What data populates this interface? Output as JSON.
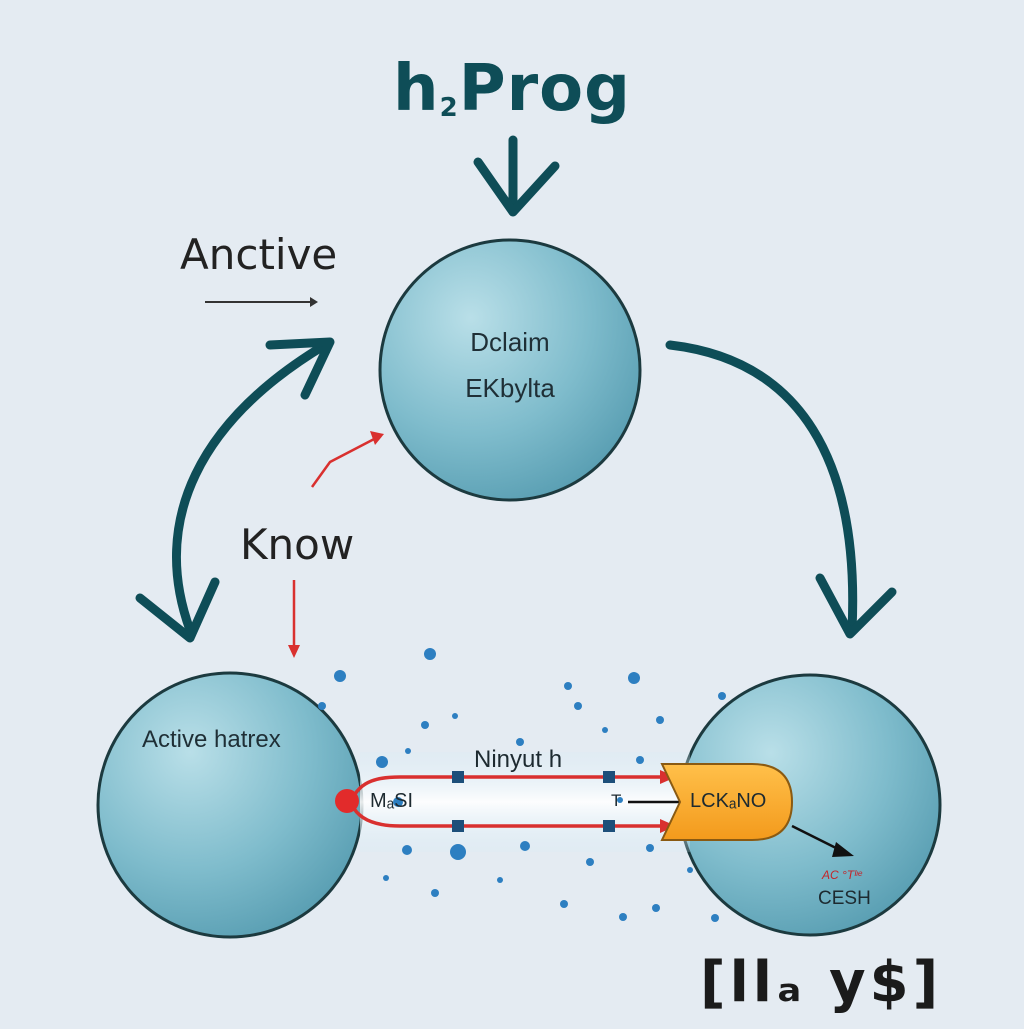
{
  "title": {
    "main": "h",
    "sub": "2",
    "rest": "Prog"
  },
  "labels": {
    "anctive": "Anctive",
    "know": "Know",
    "top_circle_line1": "Dclaim",
    "top_circle_line2": "EKbylta",
    "left_circle": "Active hatrex",
    "channel": "Ninyut h",
    "left_node": "MₐSI",
    "t_mark": "T",
    "lock_box": "LCKₐNO",
    "right_small_red": "AC °Tᴵᶦᵉ",
    "right_circle": "CESH",
    "corner": "[llₐ y$]"
  },
  "colors": {
    "background": "#e4ebf2",
    "title": "#0e4d57",
    "arrow": "#0e4d57",
    "circle_fill": "#6fb0c2",
    "circle_outline": "#1c3a3f",
    "red": "#d9302f",
    "orange_box": "#f5a623",
    "node": "#1d4f7a"
  }
}
